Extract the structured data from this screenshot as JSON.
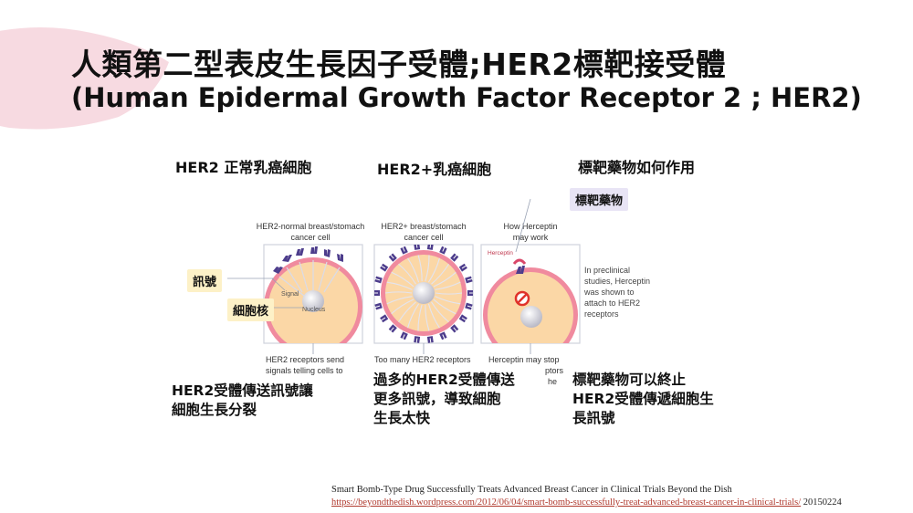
{
  "title": {
    "zh": "人類第二型表皮生長因子受體;HER2標靶接受體",
    "en": "(Human Epidermal Growth Factor Receptor 2 ; HER2)"
  },
  "columns": [
    {
      "heading": "HER2 正常乳癌細胞"
    },
    {
      "heading": "HER2+乳癌細胞"
    },
    {
      "heading": "標靶藥物如何作用"
    }
  ],
  "tags": {
    "drug": "標靶藥物",
    "signal": "訊號",
    "nucleus": "細胞核"
  },
  "figure": {
    "panel1_title": [
      "HER2-normal breast/stomach",
      "cancer cell"
    ],
    "panel2_title": [
      "HER2+ breast/stomach",
      "cancer cell"
    ],
    "panel3_title": [
      "How Herceptin",
      "may work"
    ],
    "signal_label": "Signal",
    "nucleus_label": "Nucleus",
    "herceptin_label": "Herceptin",
    "side_note": [
      "In preclinical",
      "studies, Herceptin",
      "was shown to",
      "attach to HER2",
      "receptors"
    ],
    "caption1": [
      "HER2 receptors send",
      "signals telling cells to"
    ],
    "caption2": [
      "Too many HER2 receptors"
    ],
    "caption3": [
      "Herceptin may stop",
      "ptors",
      "he"
    ]
  },
  "descriptions": [
    "HER2受體傳送訊號讓\n細胞生長分裂",
    "過多的HER2受體傳送\n更多訊號，導致細胞\n生長太快",
    "標靶藥物可以終止\nHER2受體傳遞細胞生\n長訊號"
  ],
  "citation": {
    "line1": "Smart Bomb-Type Drug Successfully Treats Advanced Breast Cancer in Clinical Trials  Beyond the Dish",
    "url": "https://beyondthedish.wordpress.com/2012/06/04/smart-bomb-successfully-treat-advanced-breast-cancer-in-clinical-trials/",
    "date": " 20150224"
  },
  "colors": {
    "brush": "#f6d3dc",
    "cell_fill": "#fbd7a6",
    "membrane": "#f08a9e",
    "receptor": "#4d3d8c",
    "nucleus": "#cfcfd8",
    "block": "#e0322b",
    "herceptin": "#d9486a"
  }
}
